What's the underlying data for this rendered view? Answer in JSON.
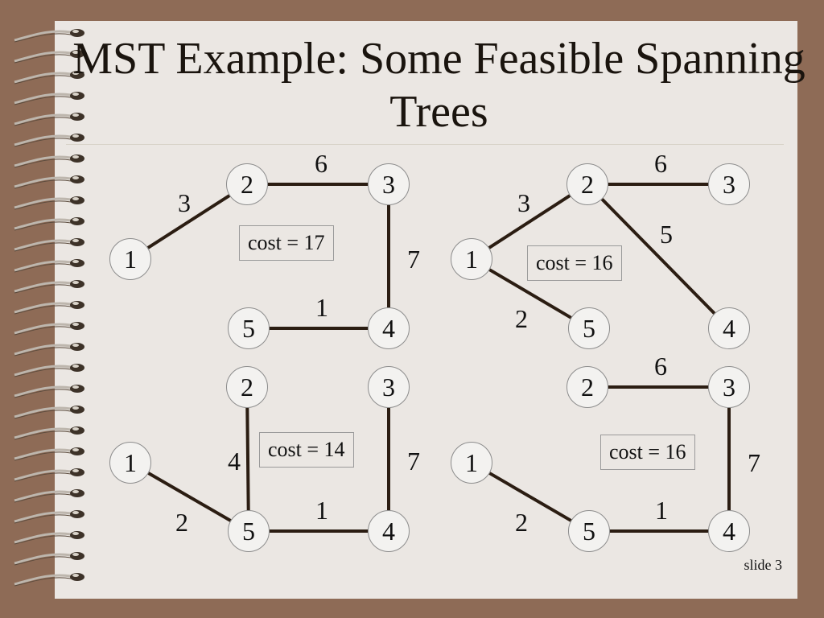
{
  "slide": {
    "title": "MST Example: Some Feasible Spanning Trees",
    "footer": "slide 3"
  },
  "trees": [
    {
      "nodes": [
        {
          "id": "1",
          "label": "1"
        },
        {
          "id": "2",
          "label": "2"
        },
        {
          "id": "3",
          "label": "3"
        },
        {
          "id": "4",
          "label": "4"
        },
        {
          "id": "5",
          "label": "5"
        }
      ],
      "edges": [
        {
          "from": "1",
          "to": "2",
          "weight": "3"
        },
        {
          "from": "2",
          "to": "3",
          "weight": "6"
        },
        {
          "from": "3",
          "to": "4",
          "weight": "7"
        },
        {
          "from": "5",
          "to": "4",
          "weight": "1"
        }
      ],
      "cost": "cost = 17"
    },
    {
      "nodes": [
        {
          "id": "1",
          "label": "1"
        },
        {
          "id": "2",
          "label": "2"
        },
        {
          "id": "3",
          "label": "3"
        },
        {
          "id": "4",
          "label": "4"
        },
        {
          "id": "5",
          "label": "5"
        }
      ],
      "edges": [
        {
          "from": "1",
          "to": "2",
          "weight": "3"
        },
        {
          "from": "2",
          "to": "3",
          "weight": "6"
        },
        {
          "from": "2",
          "to": "4",
          "weight": "5"
        },
        {
          "from": "1",
          "to": "5",
          "weight": "2"
        }
      ],
      "cost": "cost = 16"
    },
    {
      "nodes": [
        {
          "id": "1",
          "label": "1"
        },
        {
          "id": "2",
          "label": "2"
        },
        {
          "id": "3",
          "label": "3"
        },
        {
          "id": "4",
          "label": "4"
        },
        {
          "id": "5",
          "label": "5"
        }
      ],
      "edges": [
        {
          "from": "2",
          "to": "5",
          "weight": "4"
        },
        {
          "from": "1",
          "to": "5",
          "weight": "2"
        },
        {
          "from": "3",
          "to": "4",
          "weight": "7"
        },
        {
          "from": "5",
          "to": "4",
          "weight": "1"
        }
      ],
      "cost": "cost = 14"
    },
    {
      "nodes": [
        {
          "id": "1",
          "label": "1"
        },
        {
          "id": "2",
          "label": "2"
        },
        {
          "id": "3",
          "label": "3"
        },
        {
          "id": "4",
          "label": "4"
        },
        {
          "id": "5",
          "label": "5"
        }
      ],
      "edges": [
        {
          "from": "2",
          "to": "3",
          "weight": "6"
        },
        {
          "from": "3",
          "to": "4",
          "weight": "7"
        },
        {
          "from": "1",
          "to": "5",
          "weight": "2"
        },
        {
          "from": "5",
          "to": "4",
          "weight": "1"
        }
      ],
      "cost": "cost = 16"
    }
  ],
  "colors": {
    "background": "#8e6b56",
    "paper": "#ebe7e3",
    "edge": "#2b1d12",
    "text": "#111111"
  },
  "icons": {
    "binding": "spiral-binding-icon"
  }
}
